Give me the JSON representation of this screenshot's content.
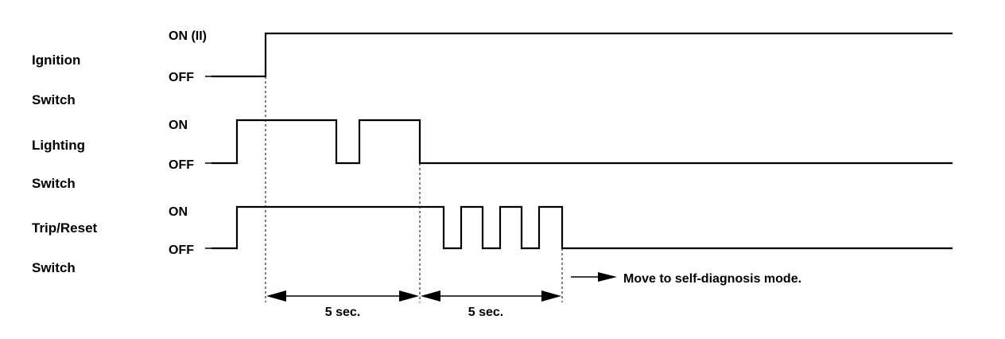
{
  "signals": [
    {
      "name_line1": "Ignition",
      "name_line2": "Switch",
      "high_label": "ON (II)",
      "low_label": "OFF"
    },
    {
      "name_line1": "Lighting",
      "name_line2": "Switch",
      "high_label": "ON",
      "low_label": "OFF"
    },
    {
      "name_line1": "Trip/Reset",
      "name_line2": "Switch",
      "high_label": "ON",
      "low_label": "OFF"
    }
  ],
  "intervals": [
    {
      "label": "5 sec."
    },
    {
      "label": "5 sec."
    }
  ],
  "note": "Move to self-diagnosis mode."
}
